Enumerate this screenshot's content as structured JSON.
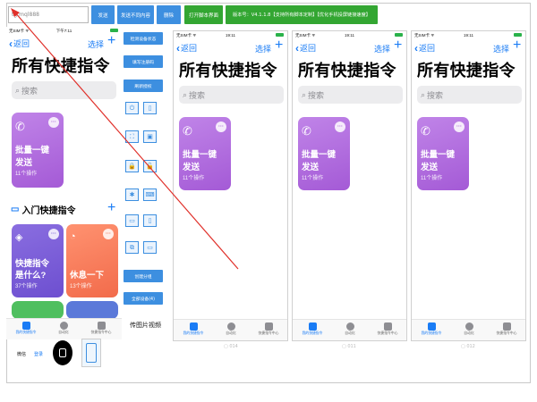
{
  "toolbar": {
    "input_value": "tg:mql888",
    "send_label": "发送",
    "send_diff_label": "发送不同内容",
    "delete_label": "删除",
    "open_script_label": "打开脚本界面",
    "version_label": "版本号：V4.1.1.8【支持所有脚本定制】【优化手机投屏链接速度】"
  },
  "side_panel": {
    "check_device_label": "检测设备状态",
    "write_clipboard_label": "填写注册码",
    "refresh_auth_label": "刷新授权",
    "create_group_label": "创建分组",
    "all_devices_label": "全部设备(4)",
    "send_image_video_label": "传图片视频",
    "icons": [
      "power-icon",
      "phone-icon",
      "fullscreen-icon",
      "screenshot-icon",
      "lock-icon",
      "unlock-icon",
      "bug-icon",
      "keyboard-icon",
      "tablet-icon",
      "phone-outline-icon",
      "devices-icon",
      "monitor-icon"
    ]
  },
  "main_phone": {
    "status_left": "无SIM卡 ᯤ",
    "status_time": "下午7:11",
    "back_label": "返回",
    "select_label": "选择",
    "title": "所有快捷指令",
    "search_placeholder": "搜索",
    "card_title_line1": "批量一键",
    "card_title_line2": "发送",
    "card_sub": "11个操作",
    "section_title": "入门快捷指令",
    "card2_line1": "快捷指令",
    "card2_line2": "是什么?",
    "card2_sub": "37个操作",
    "card3_line1": "休息一下",
    "card3_sub": "13个操作",
    "tab1": "我的快捷指令",
    "tab2": "自动化",
    "tab3": "快捷指令中心",
    "bottom_left_1": "微信",
    "bottom_left_2": "登录"
  },
  "phones": [
    {
      "status_left": "无SIM卡 ᯤ",
      "status_time": "19:11",
      "caption": "▢ 014"
    },
    {
      "status_left": "无SIM卡 ᯤ",
      "status_time": "19:11",
      "caption": "▢ 011"
    },
    {
      "status_left": "无SIM卡 ᯤ",
      "status_time": "19:11",
      "caption": "▢ 012"
    }
  ],
  "shared_phone": {
    "back_label": "返回",
    "select_label": "选择",
    "title": "所有快捷指令",
    "search_placeholder": "搜索",
    "card_title_line1": "批量一键",
    "card_title_line2": "发送",
    "card_sub": "11个操作",
    "tab1": "我的快捷指令",
    "tab2": "自动化",
    "tab3": "快捷指令中心"
  },
  "colors": {
    "accent_blue": "#3d8fe0",
    "green": "#33a632",
    "ios_blue": "#1a7cf5",
    "card_purple": "#a45ad6",
    "card_orange": "#ff7a59",
    "annotation_red": "#e0302a"
  }
}
